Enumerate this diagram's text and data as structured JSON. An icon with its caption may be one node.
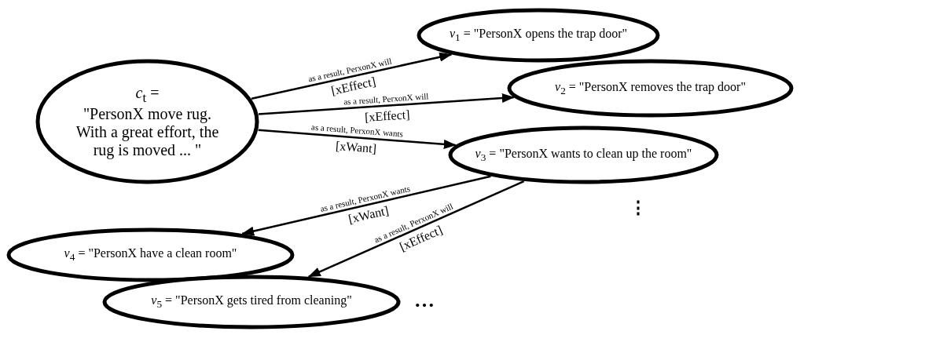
{
  "diagram": {
    "nodes": [
      {
        "text": [
          "*c*$_{t}$ =",
          "\"PersonX move rug. With a great effort, the rug is moved ... \""
        ]
      },
      {
        "text": [
          "*v*$_{1}$ = \"PersonX opens the trap door\""
        ]
      },
      {
        "text": [
          "*v*$_{2}$ = \"PersonX removes the trap door\""
        ]
      },
      {
        "text": [
          "*v*$_{3}$ = \"PersonX wants to clean up the room\""
        ]
      },
      {
        "text": [
          "*v*$_{4}$ = \"PersonX have a clean room\""
        ]
      },
      {
        "text": [
          "*v*$_{5}$ = \"PersonX gets tired from cleaning\""
        ]
      }
    ],
    "edges": [
      {
        "from": 0,
        "to": 1,
        "arrow": "to",
        "label": "as a result, PerxonX will"
      },
      {
        "from": 0,
        "to": 2,
        "arrow": "to",
        "label": "as a result, PerxonX will"
      },
      {
        "from": 0,
        "to": 3,
        "arrow": "to",
        "label": "as a result, PerxonX wants"
      },
      {
        "from": 3,
        "to": 4,
        "arrow": "to",
        "label": "as a result, PerxonX wants"
      },
      {
        "from": 3,
        "to": 5,
        "arrow": "to",
        "label": "as a result, PerxonX will"
      }
    ],
    "labels": [
      "[xEffect]",
      "[xEffect]",
      "[xWant]",
      "[xWant]",
      "[xEffect]",
      "⋮",
      "…"
    ]
  }
}
